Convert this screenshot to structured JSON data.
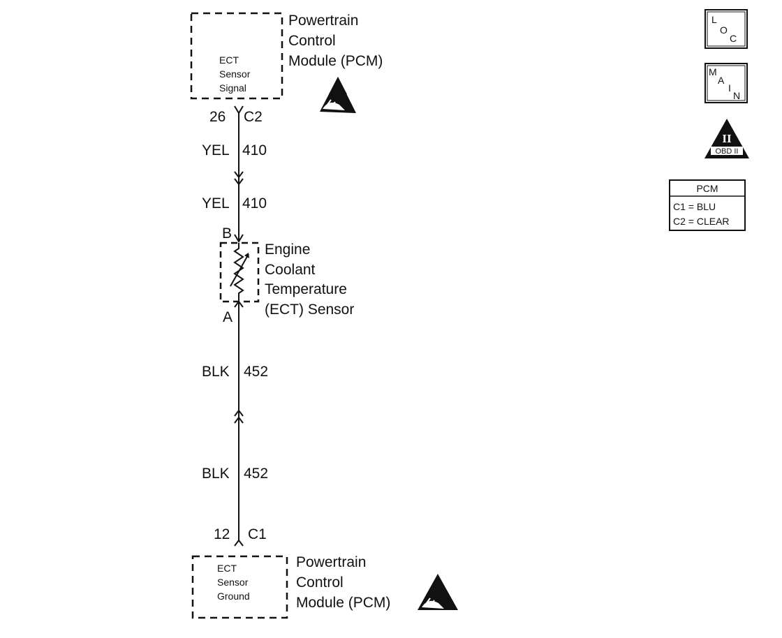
{
  "top_pcm": {
    "box_lines": [
      "ECT",
      "Sensor",
      "Signal"
    ],
    "title_lines": [
      "Powertrain",
      "Control",
      "Module (PCM)"
    ],
    "pin": "26",
    "connector": "C2"
  },
  "wires": [
    {
      "color": "YEL",
      "circuit": "410"
    },
    {
      "color": "YEL",
      "circuit": "410"
    },
    {
      "color": "BLK",
      "circuit": "452"
    },
    {
      "color": "BLK",
      "circuit": "452"
    }
  ],
  "sensor": {
    "terminal_b": "B",
    "terminal_a": "A",
    "label_lines": [
      "Engine",
      "Coolant",
      "Temperature",
      "(ECT) Sensor"
    ]
  },
  "bottom_pcm": {
    "box_lines": [
      "ECT",
      "Sensor",
      "Ground"
    ],
    "title_lines": [
      "Powertrain",
      "Control",
      "Module (PCM)"
    ],
    "pin": "12",
    "connector": "C1"
  },
  "legend": {
    "loc": {
      "L": "L",
      "O": "O",
      "C": "C"
    },
    "main": {
      "M": "M",
      "A": "A",
      "I": "I",
      "N": "N"
    },
    "obd": {
      "numeral": "II",
      "text": "OBD II"
    },
    "pcm_table": {
      "title": "PCM",
      "rows": [
        "C1 = BLU",
        "C2 = CLEAR"
      ]
    }
  }
}
